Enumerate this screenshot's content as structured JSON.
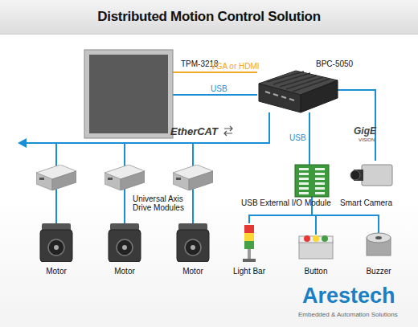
{
  "diagram": {
    "title": "Distributed Motion Control Solution",
    "nodes": [
      {
        "text": [
          "TPM-3218"
        ]
      },
      {
        "text": [
          "BPC-5050"
        ]
      },
      {
        "text": [
          "USB External I/O Module"
        ]
      },
      {
        "text": [
          "Smart Camera"
        ]
      },
      {
        "text": [
          "Motor"
        ]
      },
      {
        "text": [
          "Motor"
        ]
      },
      {
        "text": [
          "Motor"
        ]
      },
      {
        "text": [
          "Light Bar"
        ]
      },
      {
        "text": [
          "Button"
        ]
      },
      {
        "text": [
          "Buzzer"
        ]
      }
    ],
    "edges": [
      {
        "from": 0,
        "to": 1,
        "label": "VGA or HDMI",
        "arrow": "none"
      },
      {
        "from": 1,
        "to": 0,
        "label": "USB",
        "arrow": "none"
      },
      {
        "from": 1,
        "to": 2,
        "label": "USB",
        "arrow": "none"
      },
      {
        "from": 1,
        "to": 3,
        "arrow": "none"
      },
      {
        "from": 1,
        "to": 4,
        "arrow": "none"
      },
      {
        "from": 1,
        "to": 5,
        "arrow": "none"
      },
      {
        "from": 1,
        "to": 6,
        "arrow": "none"
      },
      {
        "from": 2,
        "to": 7,
        "arrow": "none"
      },
      {
        "from": 2,
        "to": 8,
        "arrow": "none"
      },
      {
        "from": 2,
        "to": 9,
        "arrow": "none"
      }
    ],
    "labels": [
      "EtherCAT",
      "Universal Axis Drive Modules",
      "GigE",
      "VISION",
      "Arestech",
      "Embedded & Automation Solutions"
    ]
  }
}
